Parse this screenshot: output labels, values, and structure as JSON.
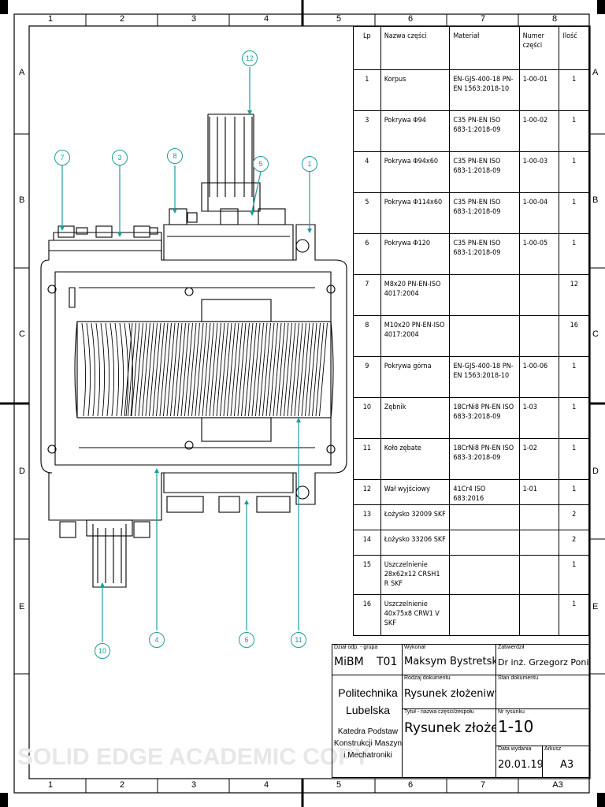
{
  "zones": {
    "columns": [
      "1",
      "2",
      "3",
      "4",
      "5",
      "6",
      "7",
      "8"
    ],
    "rows": [
      "A",
      "B",
      "C",
      "D",
      "E"
    ]
  },
  "balloons": [
    "12",
    "7",
    "3",
    "8",
    "5",
    "1",
    "10",
    "4",
    "6",
    "11"
  ],
  "parts_list": {
    "headers": {
      "lp": "Lp",
      "name": "Nazwa części",
      "material": "Materiał",
      "number": "Numer części",
      "qty": "Ilość"
    },
    "rows": [
      {
        "lp": "1",
        "name": "Korpus",
        "material": "EN-GJS-400-18 PN-EN 1563:2018-10",
        "number": "1-00-01",
        "qty": "1"
      },
      {
        "lp": "3",
        "name": "Pokrywa Φ94",
        "material": "C35 PN-EN ISO 683-1:2018-09",
        "number": "1-00-02",
        "qty": "1"
      },
      {
        "lp": "4",
        "name": "Pokrywa Φ94x60",
        "material": "C35 PN-EN ISO 683-1:2018-09",
        "number": "1-00-03",
        "qty": "1"
      },
      {
        "lp": "5",
        "name": "Pokrywa Φ114x60",
        "material": "C35 PN-EN ISO 683-1:2018-09",
        "number": "1-00-04",
        "qty": "1"
      },
      {
        "lp": "6",
        "name": "Pokrywa Φ120",
        "material": "C35 PN-EN ISO 683-1:2018-09",
        "number": "1-00-05",
        "qty": "1"
      },
      {
        "lp": "7",
        "name": "M8x20 PN-EN-ISO 4017:2004",
        "material": "",
        "number": "",
        "qty": "12"
      },
      {
        "lp": "8",
        "name": "M10x20 PN-EN-ISO 4017:2004",
        "material": "",
        "number": "",
        "qty": "16"
      },
      {
        "lp": "9",
        "name": "Pokrywa górna",
        "material": "EN-GJS-400-18 PN-EN 1563:2018-10",
        "number": "1-00-06",
        "qty": "1"
      },
      {
        "lp": "10",
        "name": "Zębnik",
        "material": "18CrNi8 PN-EN ISO 683-3:2018-09",
        "number": "1-03",
        "qty": "1"
      },
      {
        "lp": "11",
        "name": "Koło zębate",
        "material": "18CrNi8 PN-EN ISO 683-3:2018-09",
        "number": "1-02",
        "qty": "1"
      },
      {
        "lp": "12",
        "name": "Wał wyjściowy",
        "material": "41Cr4 ISO 683:2016",
        "number": "1-01",
        "qty": "1"
      },
      {
        "lp": "13",
        "name": "Łożysko 32009 SKF",
        "material": "",
        "number": "",
        "qty": "2"
      },
      {
        "lp": "14",
        "name": "Łożysko 33206 SKF",
        "material": "",
        "number": "",
        "qty": "2"
      },
      {
        "lp": "15",
        "name": "Uszczelnienie 28x62x12 CRSH1 R SKF",
        "material": "",
        "number": "",
        "qty": "1"
      },
      {
        "lp": "16",
        "name": "Uszczelnienie 40x75x8 CRW1 V SKF",
        "material": "",
        "number": "",
        "qty": "1"
      }
    ]
  },
  "title_block": {
    "dept_label": "Dział odp. - grupa",
    "dept": "MiBM",
    "group": "T01",
    "author_label": "Wykonał",
    "author": "Maksym Bystretskyi",
    "approved_label": "Zatwierdził",
    "approved": "Dr inż. Grzegorz Ponieważ",
    "school_line1": "Politechnika",
    "school_line2": "Lubelska",
    "dept_line1": "Katedra Podstaw",
    "dept_line2": "Konstrukcji Maszyn",
    "dept_line3": "i Mechatroniki",
    "doc_type_label": "Rodzaj dokumentu",
    "doc_type": "Rysunek złożeniwy",
    "doc_state_label": "Stan dokumentu",
    "doc_state": "",
    "title_label": "Tytuł - nazwa części/zespołu",
    "title": "Rysunek złożenia",
    "drawing_no_label": "Nr rysunku",
    "drawing_no": "1-10",
    "issue_date_label": "Data wydania",
    "issue_date": "20.01.19",
    "sheet_label": "Arkusz",
    "sheet": "A3"
  },
  "sheet_size_bottom": "A3",
  "watermark": "SOLID EDGE ACADEMIC COPY"
}
